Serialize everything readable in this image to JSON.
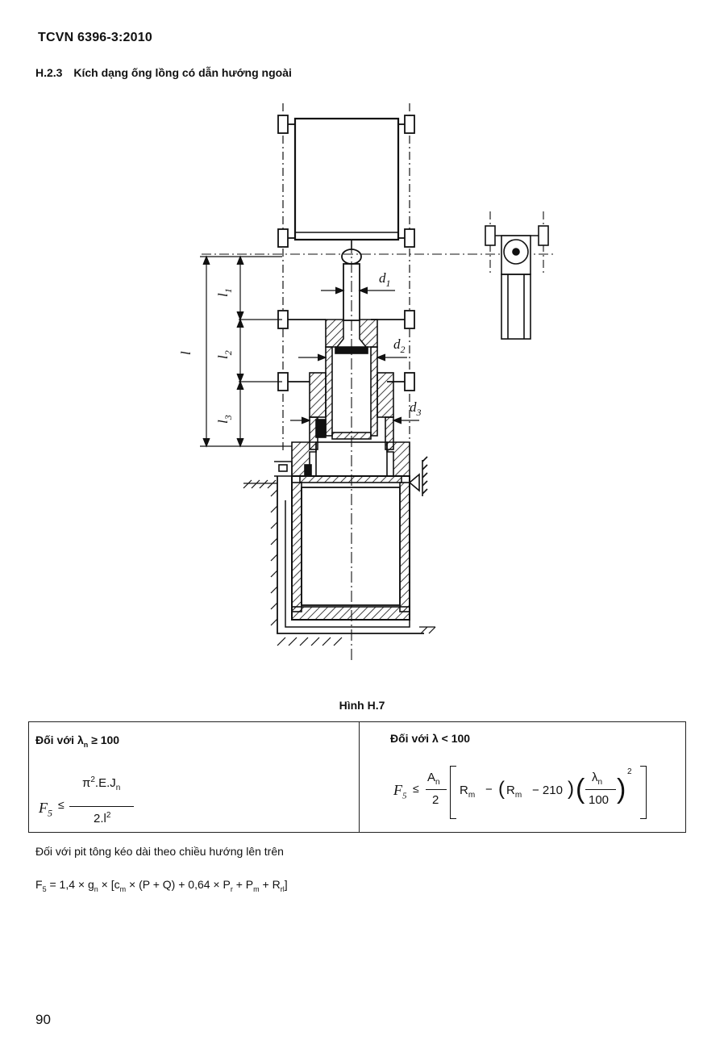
{
  "header": {
    "doc_code": "TCVN 6396-3:2010"
  },
  "section": {
    "number": "H.2.3",
    "title": "Kích dạng ống lồng có dẫn hướng ngoài"
  },
  "figure": {
    "caption": "Hình H.7",
    "labels": {
      "d1": "d",
      "d1_sub": "1",
      "d2": "d",
      "d2_sub": "2",
      "d3": "d",
      "d3_sub": "3",
      "l": "l",
      "l1": "l",
      "l1_sub": "1",
      "l2": "l",
      "l2_sub": "2",
      "l3": "l",
      "l3_sub": "3"
    }
  },
  "table": {
    "left_header": "Đối với λ",
    "left_header_sub": "n",
    "left_header_rel": "≥ 100",
    "right_header": "Đối với λ < 100",
    "left_formula": {
      "lhs": "F",
      "lhs_sub": "5",
      "op": "≤",
      "num_pi": "π",
      "num_sup": "2",
      "num_rest": ".E.J",
      "num_sub": "n",
      "den": "2.l",
      "den_sup": "2"
    },
    "right_formula": {
      "lhs": "F",
      "lhs_sub": "5",
      "op": "≤",
      "frac_num": "A",
      "frac_num_sub": "n",
      "frac_den": "2",
      "rm": "R",
      "rm_sub": "m",
      "minus": "−",
      "inner_rm": "R",
      "inner_rm_sub": "m",
      "inner_const": "− 210",
      "lam": "λ",
      "lam_sub": "n",
      "lam_den": "100",
      "exp": "2"
    }
  },
  "note": "Đối với pit tông kéo dài theo chiều hướng lên trên",
  "force": {
    "f": "F",
    "f_sub": "5",
    "eq": " = 1,4 × g",
    "g_sub": "n",
    "bracket": " × [c",
    "c_sub": "m",
    "pq": " × (P + Q) + 0,64 × P",
    "pr_sub": "r",
    "pm": " + P",
    "pm_sub": "m",
    "rr": " + R",
    "rr_sub": "rl",
    "end": "]"
  },
  "page_number": "90"
}
